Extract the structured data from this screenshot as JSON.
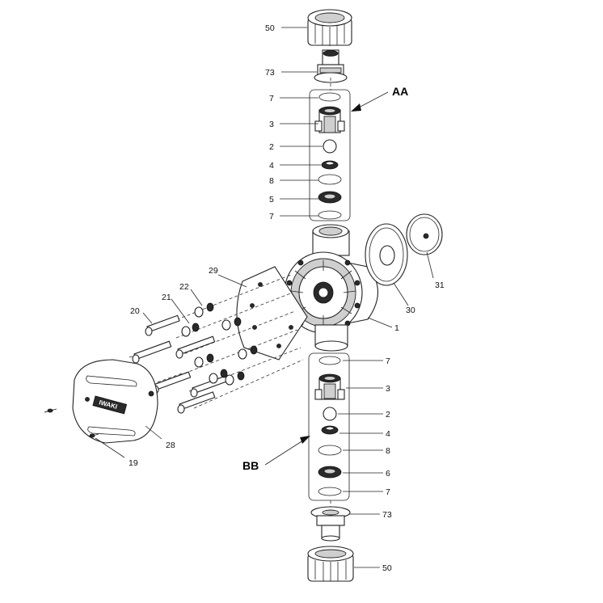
{
  "labels": {
    "p50_top": "50",
    "p73_top": "73",
    "p7_a1": "7",
    "p3_a": "3",
    "p2_a": "2",
    "p4_a": "4",
    "p8_a": "8",
    "p5_a": "5",
    "p7_a2": "7",
    "p29": "29",
    "p22": "22",
    "p21": "21",
    "p20": "20",
    "p31": "31",
    "p30": "30",
    "p1": "1",
    "p7_b1": "7",
    "p3_b": "3",
    "p2_b": "2",
    "p4_b": "4",
    "p8_b": "8",
    "p6_b": "6",
    "p7_b2": "7",
    "p73_bot": "73",
    "p50_bot": "50",
    "p28": "28",
    "p19": "19"
  },
  "callouts": {
    "aa": "AA",
    "bb": "BB"
  },
  "brand": "IWAKI"
}
